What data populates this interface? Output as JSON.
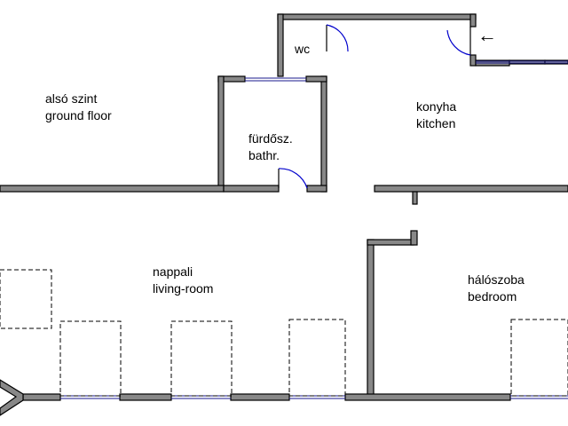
{
  "floor": {
    "hu": "alsó szint",
    "en": "ground floor"
  },
  "rooms": {
    "wc": {
      "label": "wc"
    },
    "bathroom": {
      "hu": "fürdősz.",
      "en": "bathr."
    },
    "kitchen": {
      "hu": "konyha",
      "en": "kitchen"
    },
    "living": {
      "hu": "nappali",
      "en": "living-room"
    },
    "bedroom": {
      "hu": "hálószoba",
      "en": "bedroom"
    }
  },
  "entrance": {
    "icon": "arrow-left-icon",
    "glyph": "←"
  },
  "colors": {
    "wall_fill": "#888888",
    "wall_edge": "#000000",
    "door_arc": "#0000cc",
    "window": "#1a1a8c"
  }
}
